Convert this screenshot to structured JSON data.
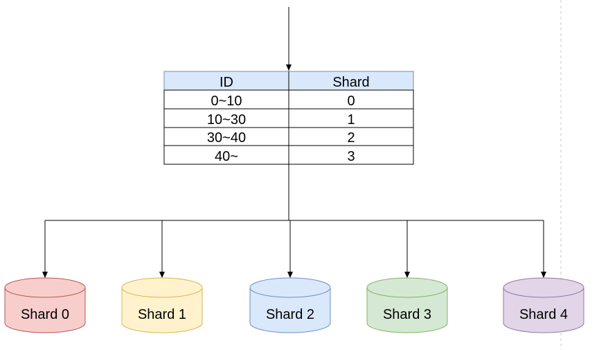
{
  "table": {
    "headers": [
      "ID",
      "Shard"
    ],
    "rows": [
      [
        "0~10",
        "0"
      ],
      [
        "10~30",
        "1"
      ],
      [
        "30~40",
        "2"
      ],
      [
        "40~",
        "3"
      ]
    ],
    "header_fill": "#dae8fc"
  },
  "shards": [
    {
      "label": "Shard 0",
      "fill": "#f8cecc",
      "stroke": "#b85450"
    },
    {
      "label": "Shard 1",
      "fill": "#fff2cc",
      "stroke": "#d6b656"
    },
    {
      "label": "Shard 2",
      "fill": "#dae8fc",
      "stroke": "#6c8ebf"
    },
    {
      "label": "Shard 3",
      "fill": "#d5e8d4",
      "stroke": "#82b366"
    },
    {
      "label": "Shard 4",
      "fill": "#e1d5e7",
      "stroke": "#9673a6"
    }
  ]
}
